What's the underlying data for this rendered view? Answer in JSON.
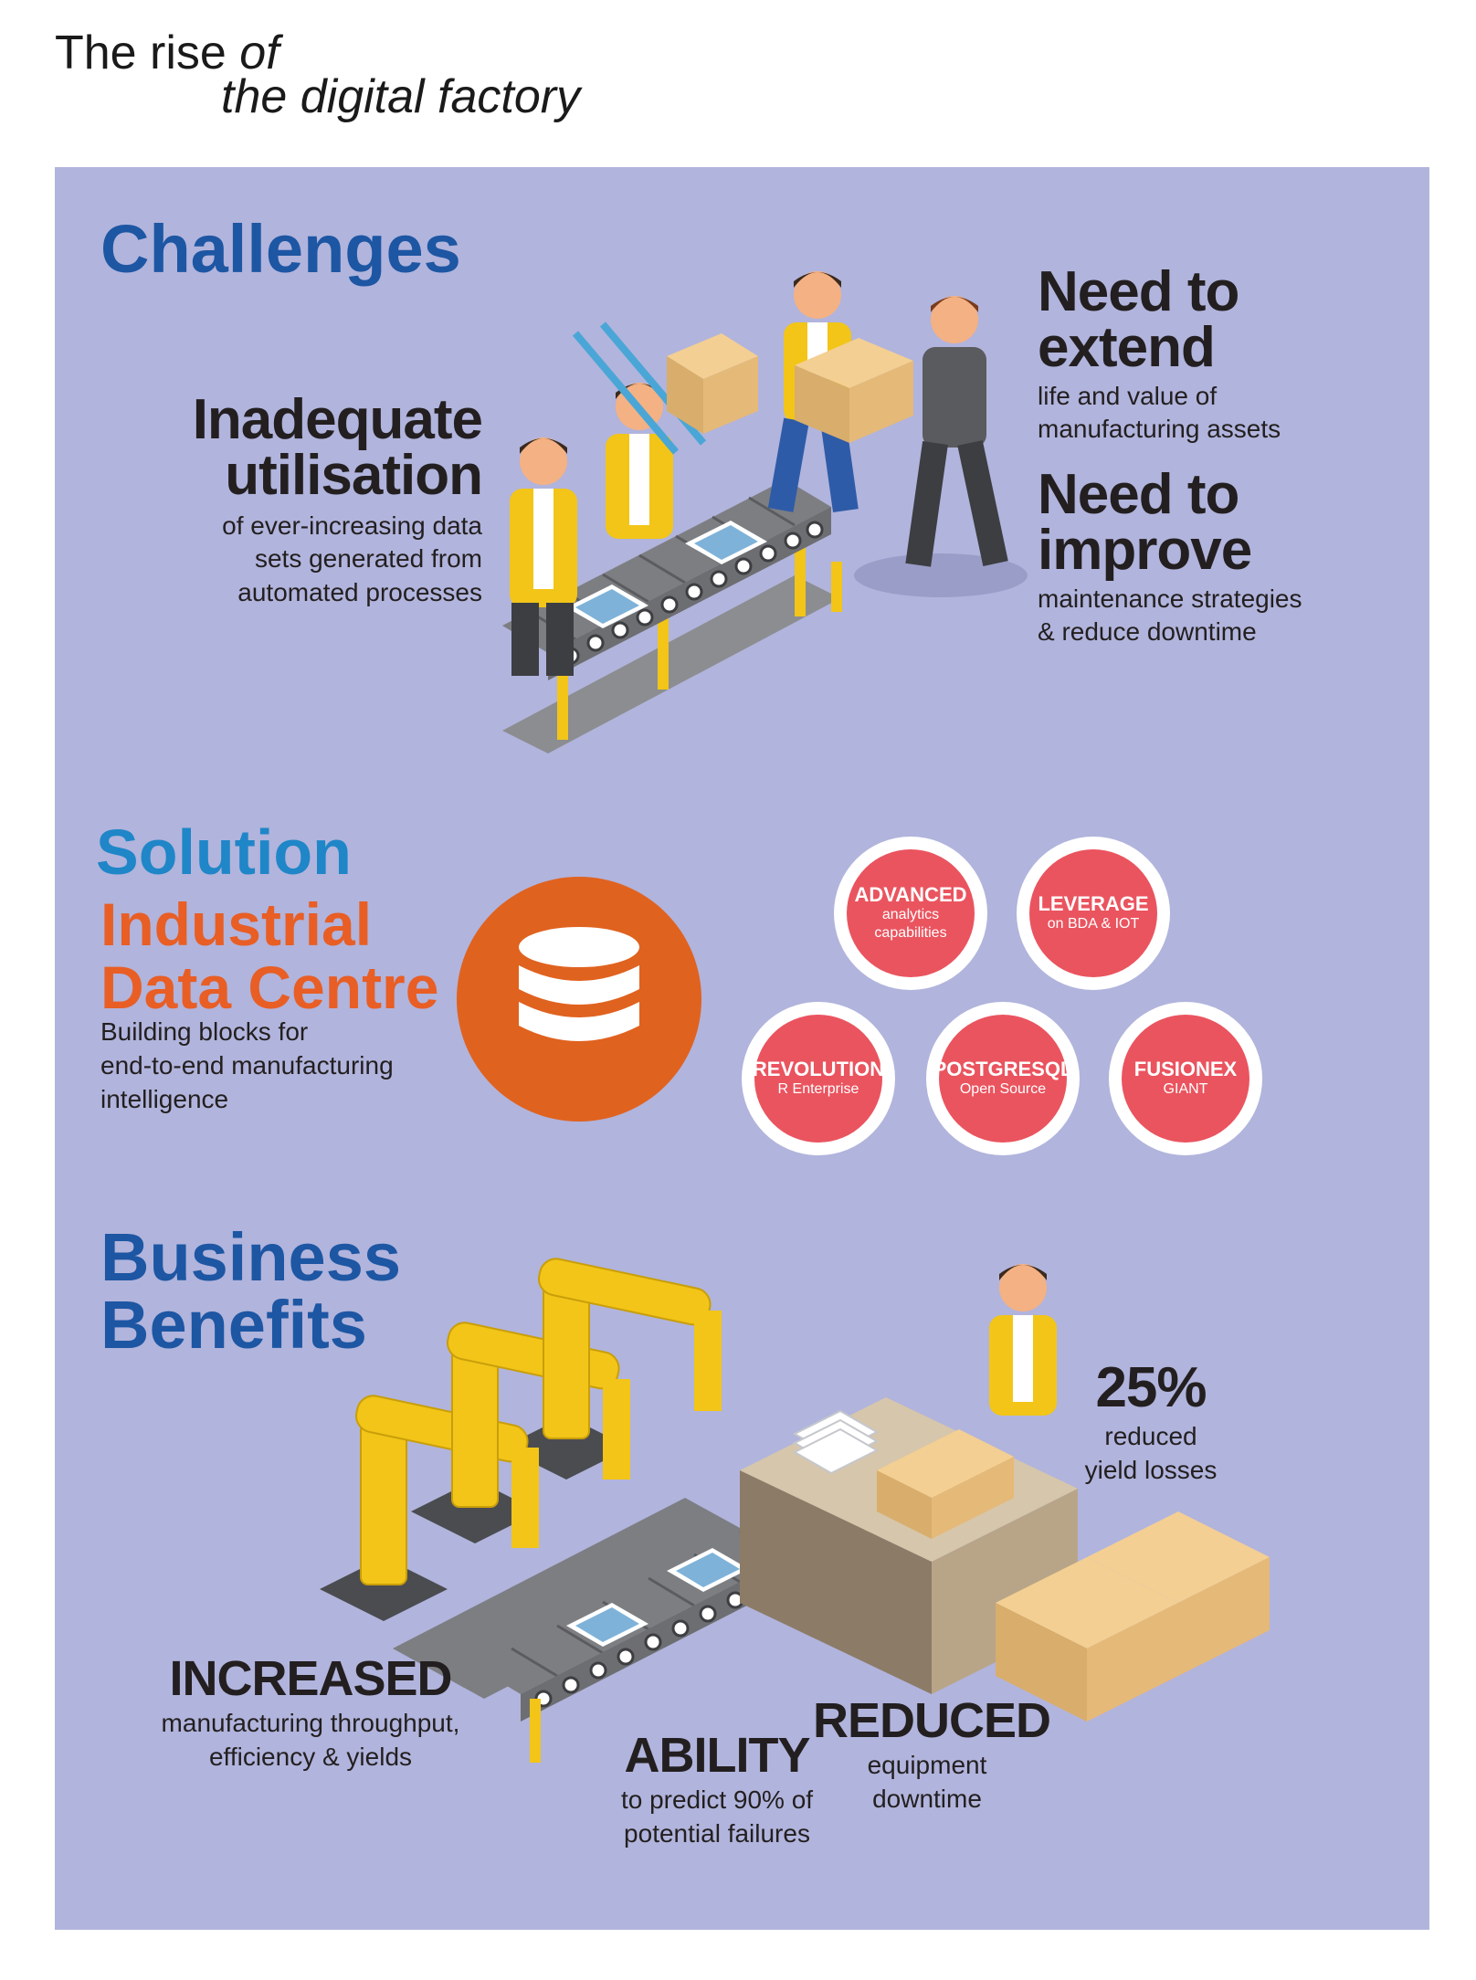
{
  "header": {
    "title_a": "The rise",
    "title_b": "of",
    "title_c": "the digital factory"
  },
  "challenges": {
    "heading": "Challenges",
    "inadequate": {
      "line1": "Inadequate",
      "line2": "utilisation",
      "desc": [
        "of ever-increasing data",
        "sets generated from",
        "automated processes"
      ]
    },
    "extend": {
      "line1": "Need to",
      "line2": "extend",
      "desc": [
        "life and value of",
        "manufacturing assets"
      ]
    },
    "improve": {
      "line1": "Need to",
      "line2": "improve",
      "desc": [
        "maintenance strategies",
        "& reduce downtime"
      ]
    }
  },
  "solution": {
    "heading": "Solution",
    "name_line1": "Industrial",
    "name_line2": "Data Centre",
    "desc": [
      "Building blocks for",
      "end-to-end manufacturing",
      "intelligence"
    ],
    "badges": [
      {
        "title": "ADVANCED",
        "sub": [
          "analytics",
          "capabilities"
        ]
      },
      {
        "title": "LEVERAGE",
        "sub": [
          "on BDA & IOT"
        ]
      },
      {
        "title": "REVOLUTION",
        "sub": [
          "R Enterprise"
        ]
      },
      {
        "title": "POSTGRESQL",
        "sub": [
          "Open Source"
        ]
      },
      {
        "title": "FUSIONEX",
        "sub": [
          "GIANT"
        ]
      }
    ]
  },
  "benefits": {
    "heading_line1": "Business",
    "heading_line2": "Benefits",
    "yield": {
      "big": "25%",
      "desc": [
        "reduced",
        "yield losses"
      ]
    },
    "increased": {
      "big": "INCREASED",
      "desc": [
        "manufacturing throughput,",
        "efficiency & yields"
      ]
    },
    "ability": {
      "big": "ABILITY",
      "desc": [
        "to predict 90% of",
        "potential failures"
      ]
    },
    "reduced": {
      "big": "REDUCED",
      "desc": [
        "equipment",
        "downtime"
      ]
    }
  },
  "colors": {
    "panel_bg": "#b1b4dc",
    "heading_blue": "#1d56a3",
    "solution_blue": "#1f86c8",
    "orange": "#e85e25",
    "badge_red": "#ea545f",
    "robot_yellow": "#f2c518",
    "belt_grey": "#6d6e71",
    "box_tan": "#e5b978"
  }
}
